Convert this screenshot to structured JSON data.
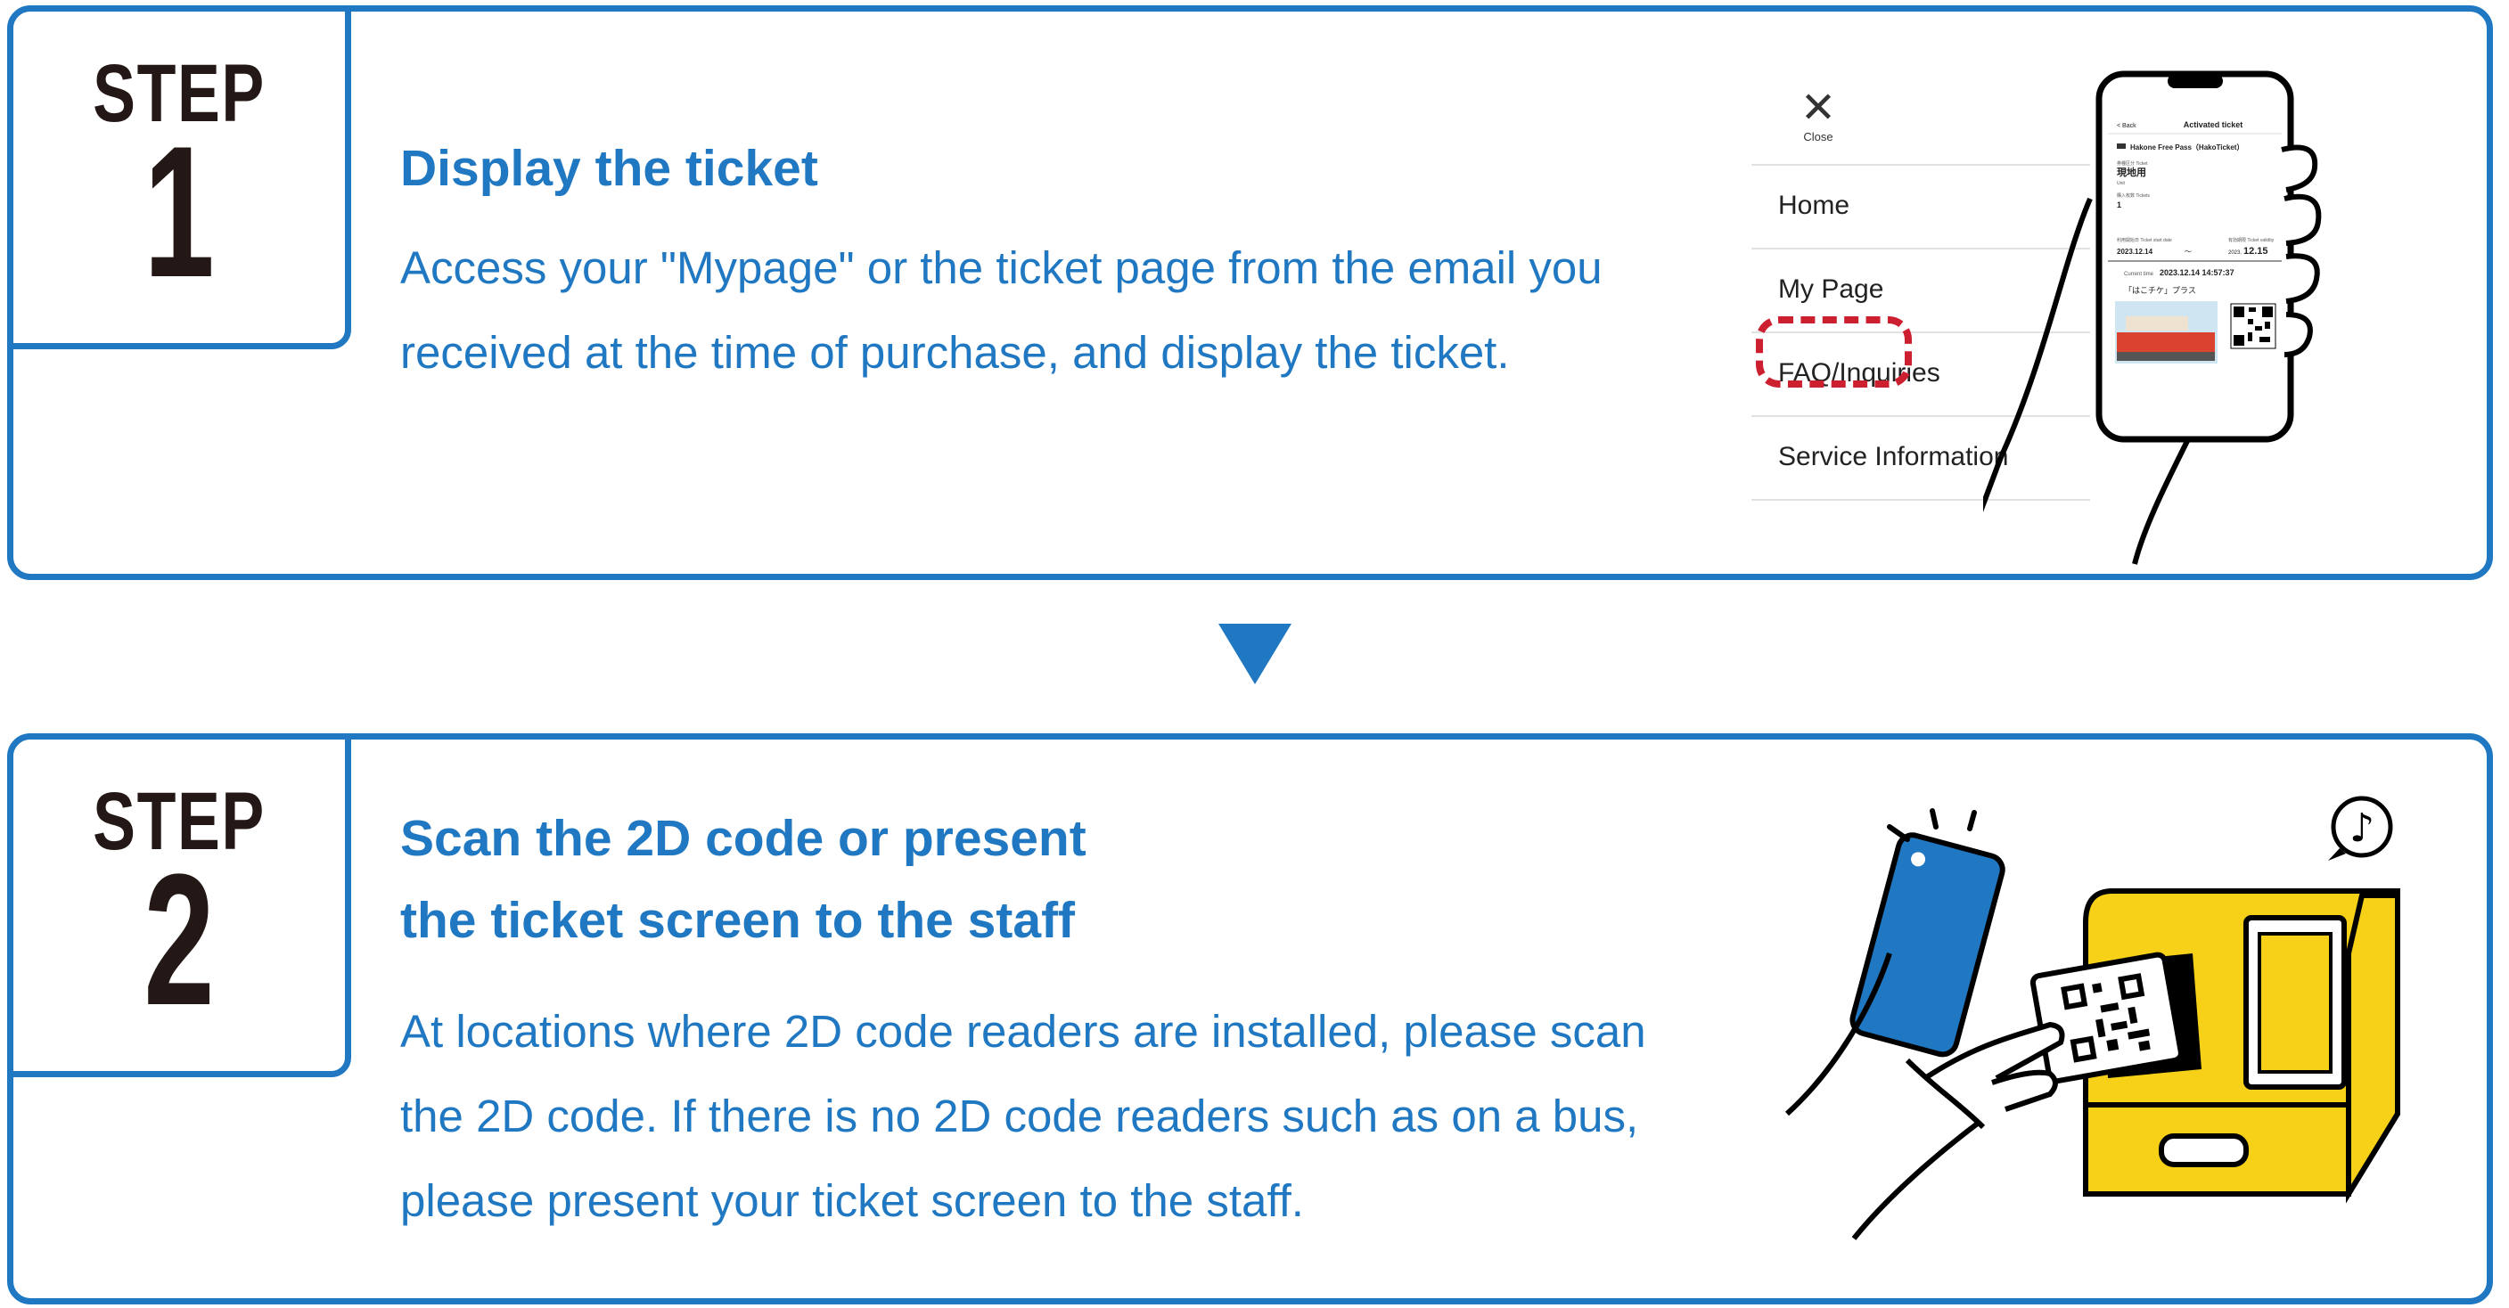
{
  "steps": [
    {
      "badge_word": "STEP",
      "badge_number": "1",
      "title": "Display the ticket",
      "description": "Access your \"Mypage\" or the ticket page from the email you received at the time of purchase, and display the ticket."
    },
    {
      "badge_word": "STEP",
      "badge_number": "2",
      "title_line1": "Scan the 2D code or present",
      "title_line2": "the ticket screen to the staff",
      "description": "At locations where 2D code readers are installed, please scan the 2D code. If there is no 2D code readers such as on a bus, please present your ticket screen to the staff."
    }
  ],
  "menu": {
    "close_label": "Close",
    "items": [
      "Home",
      "My Page",
      "FAQ/Inquiries",
      "Service Information"
    ]
  },
  "phone_screen": {
    "back": "< Back",
    "header": "Activated ticket",
    "ticket_name": "Hakone Free Pass（HakoTicket）",
    "field_label_1": "券種区分 Ticket",
    "field_value_1": "現地用",
    "field_label_2": "Unit",
    "field_label_3": "購入枚数 Tickets",
    "field_value_3": "1",
    "valid_from_label": "利用開始日 Ticket start date",
    "valid_from": "2023.12.14",
    "tilde": "〜",
    "valid_to_label": "有効期限 Ticket validity",
    "valid_to_year": "2023.",
    "valid_to": "12.15",
    "current_label": "Current time",
    "current_time": "2023.12.14 14:57:37",
    "plus_label": "「はこチケ」プラス"
  },
  "colors": {
    "accent": "#1f78c1",
    "dark": "#231815",
    "highlight_ring": "#cc1f2f",
    "reader_yellow": "#f7d117",
    "phone_blue": "#1f78c1"
  },
  "icons": [
    "close-icon",
    "music-note-icon",
    "down-arrow-icon",
    "qr-code-icon"
  ]
}
